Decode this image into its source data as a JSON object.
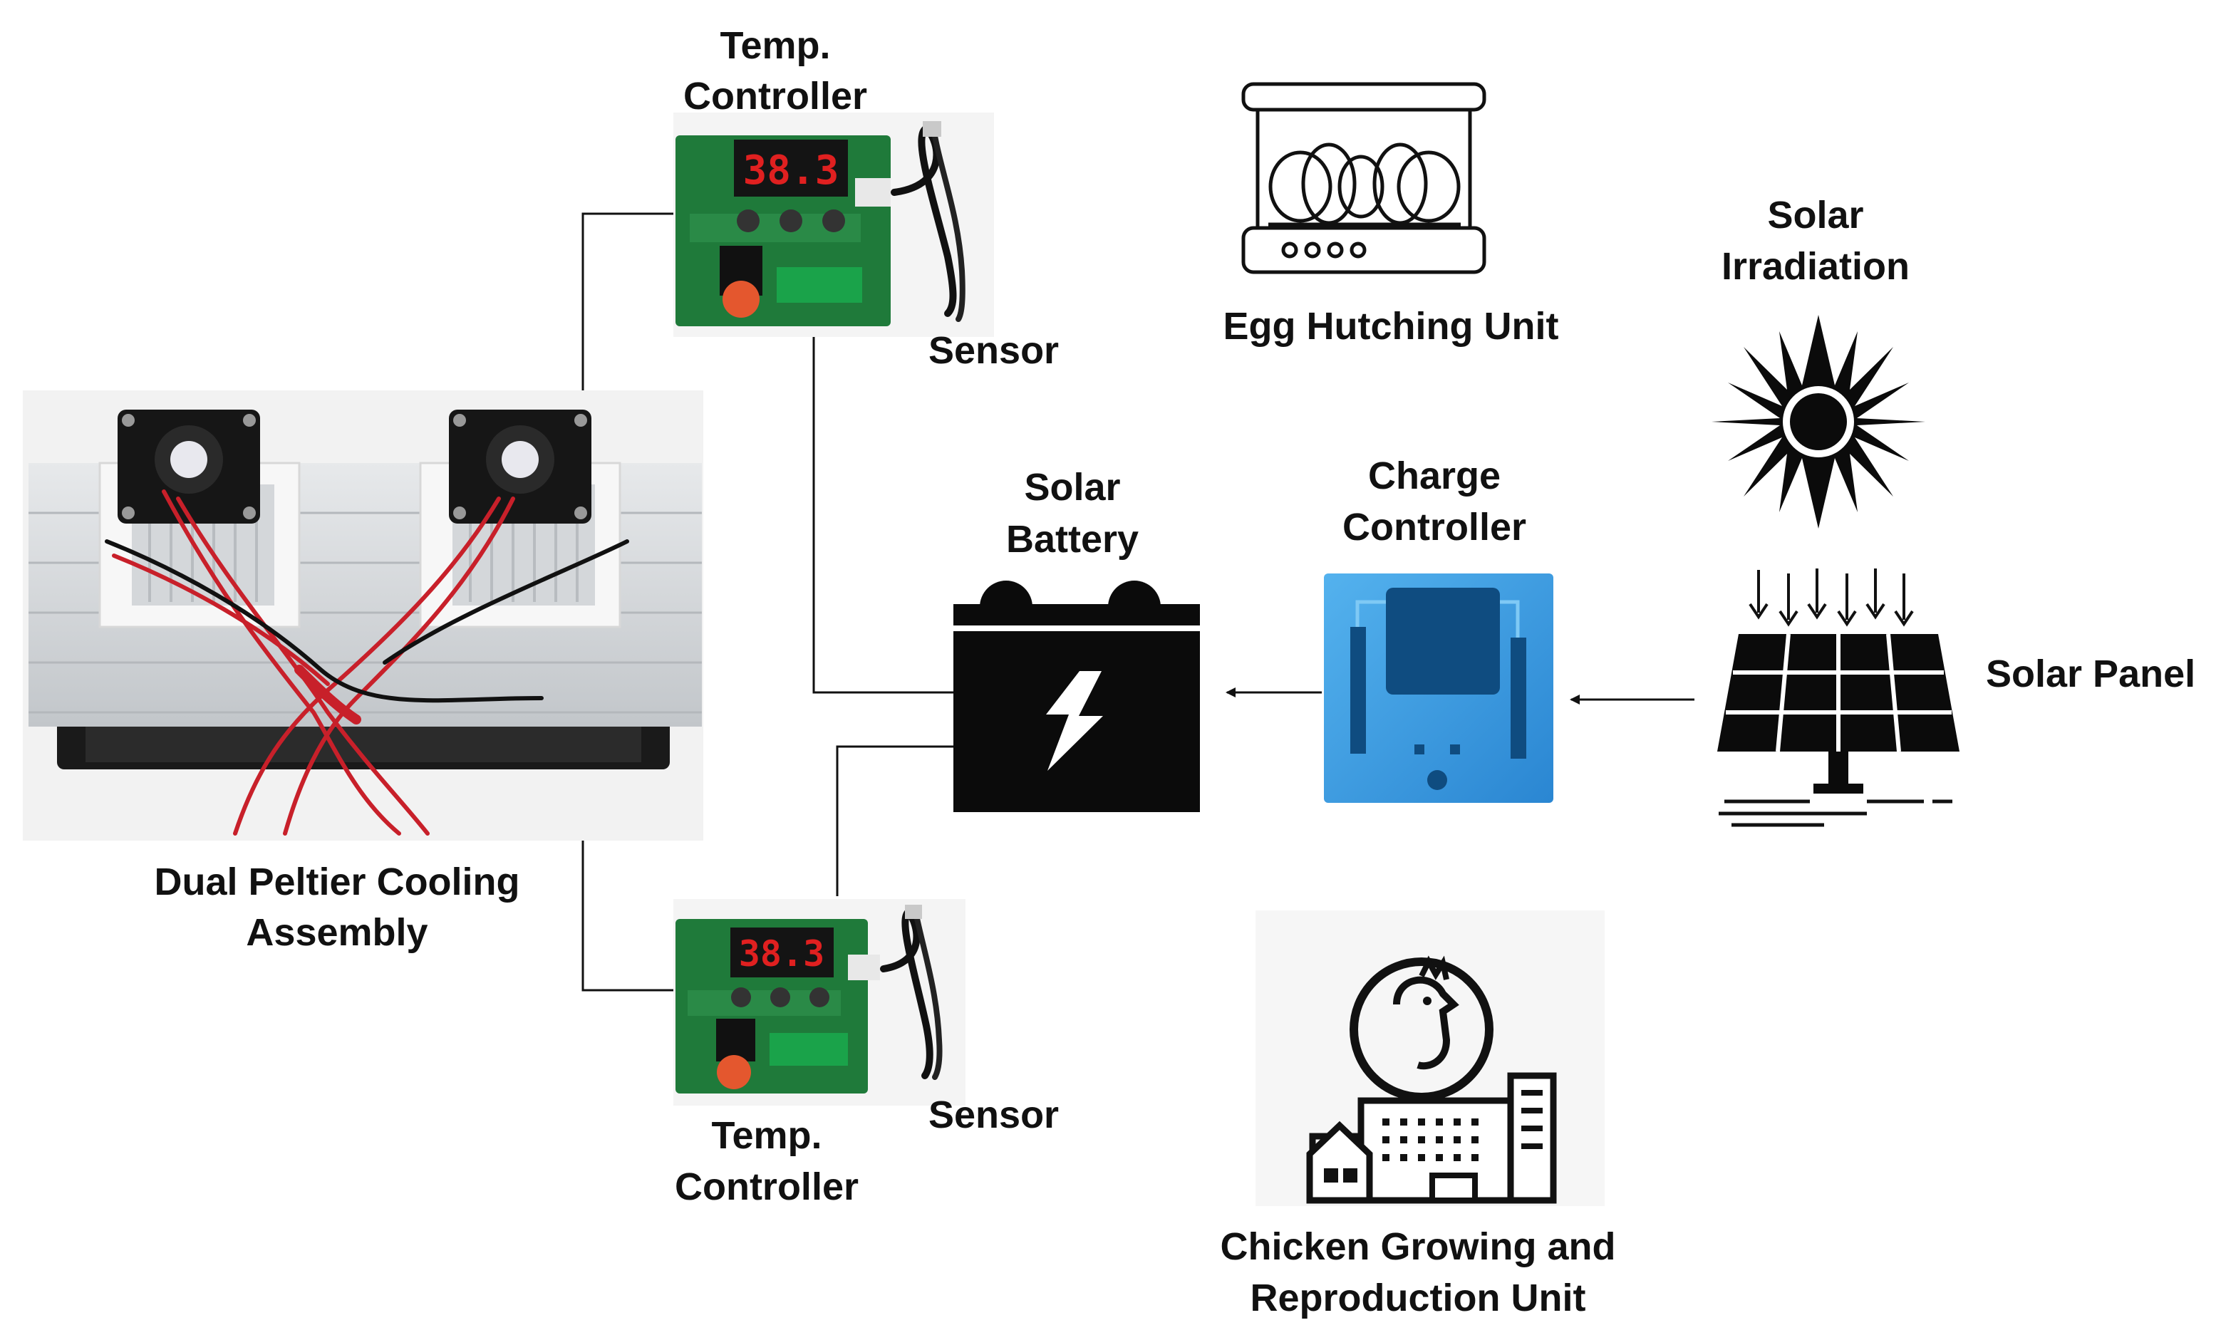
{
  "labels": {
    "temp_controller_top": [
      "Temp.",
      "Controller"
    ],
    "sensor_top": "Sensor",
    "egg_unit": "Egg Hutching Unit",
    "solar_irradiation": [
      "Solar",
      "Irradiation"
    ],
    "solar_battery": [
      "Solar",
      "Battery"
    ],
    "charge_controller": [
      "Charge",
      "Controller"
    ],
    "solar_panel": "Solar Panel",
    "peltier": [
      "Dual Peltier Cooling",
      "Assembly"
    ],
    "sensor_bottom": "Sensor",
    "temp_controller_bottom": [
      "Temp.",
      "Controller"
    ],
    "chicken_unit": [
      "Chicken Growing and",
      "Reproduction Unit"
    ]
  },
  "controller_display": "38.3",
  "colors": {
    "pcb_green": "#1f7a3a",
    "display_red": "#e02020",
    "charge_blue": "#3a9be0",
    "battery_black": "#0b0b0b",
    "wire_red": "#c8202a",
    "heatsink": "#cfd3d6",
    "fan_black": "#1a1a1a"
  },
  "icons": [
    "sun-icon",
    "solar-panel-icon",
    "battery-icon",
    "charge-controller-icon",
    "incubator-icon",
    "chicken-farm-icon",
    "peltier-assembly-image",
    "temp-controller-image"
  ]
}
